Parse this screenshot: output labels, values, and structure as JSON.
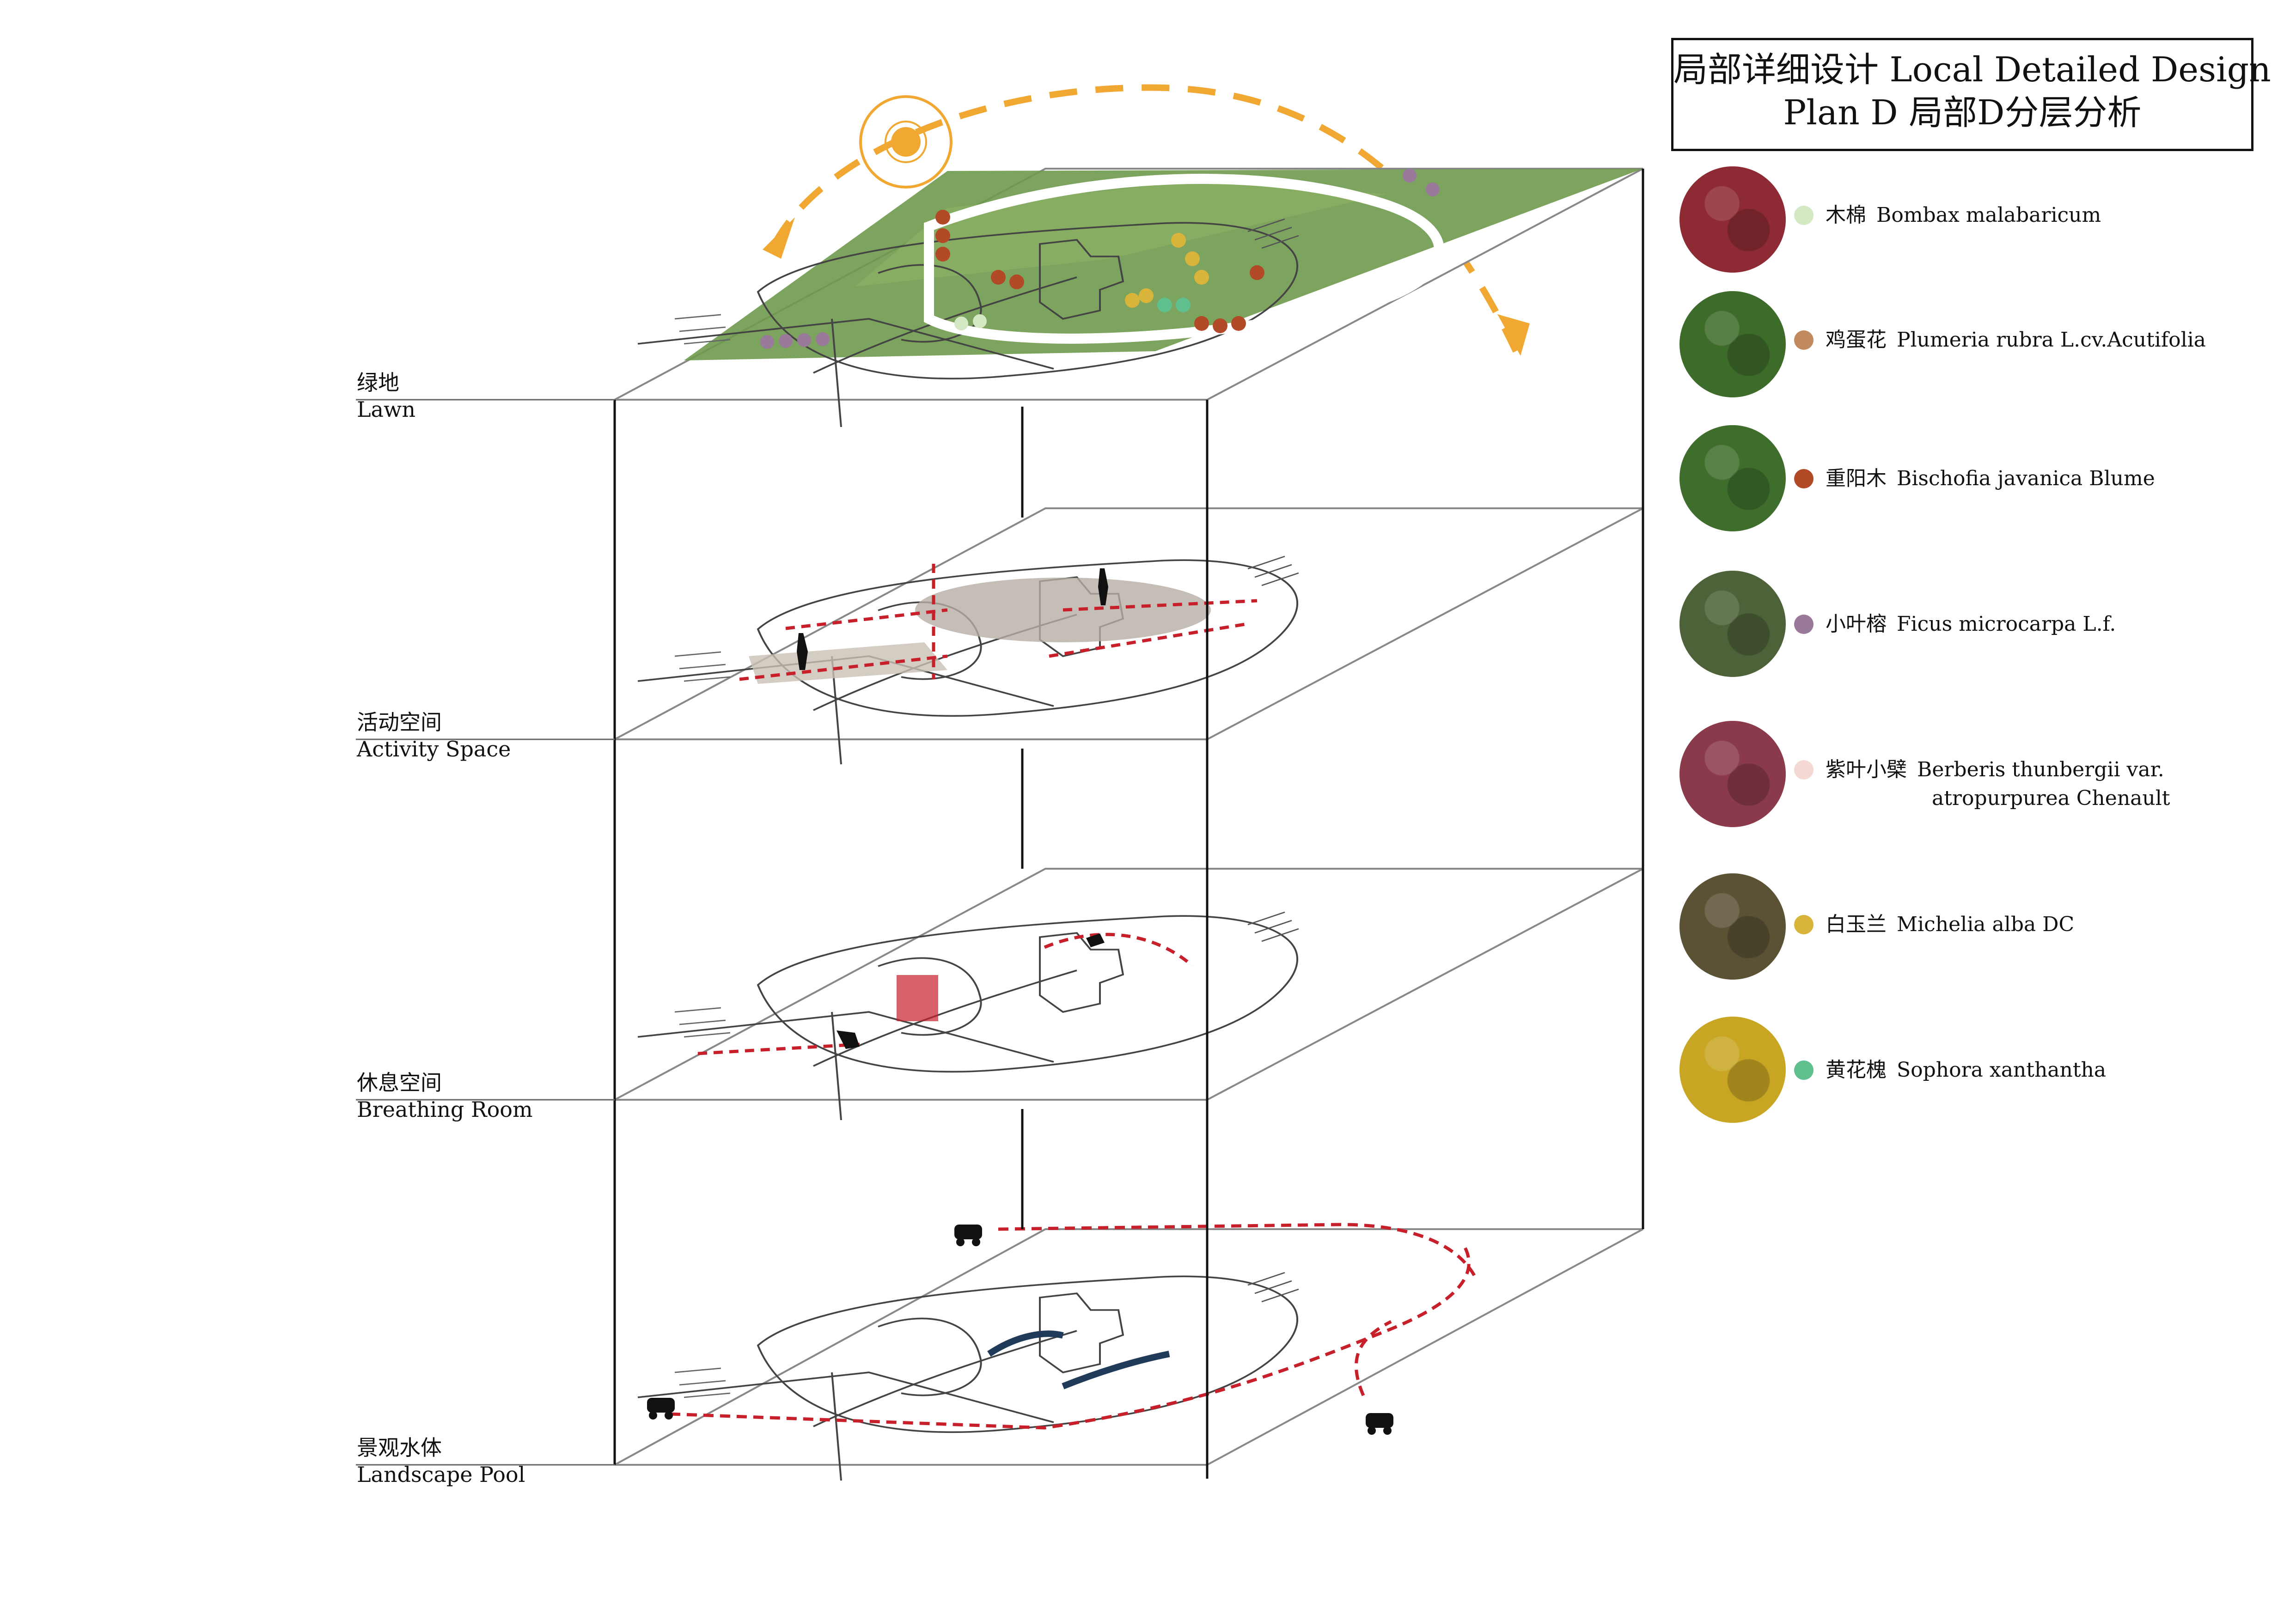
{
  "title": {
    "line1": "局部详细设计  Local Detailed Design",
    "line2": "Plan D  局部D分层分析"
  },
  "layers": [
    {
      "zh": "绿地",
      "en": "Lawn"
    },
    {
      "zh": "活动空间",
      "en": "Activity  Space"
    },
    {
      "zh": "休息空间",
      "en": "Breathing  Room"
    },
    {
      "zh": "景观水体",
      "en": "Landscape  Pool"
    }
  ],
  "legend": [
    {
      "zh": "木棉",
      "en": "Bombax malabaricum",
      "en2": "",
      "dot": "#d5e8c4",
      "photo": "#8e2a33"
    },
    {
      "zh": "鸡蛋花",
      "en": "Plumeria rubra L.cv.Acutifolia",
      "en2": "",
      "dot": "#c08a5e",
      "photo": "#3d6b2a"
    },
    {
      "zh": "重阳木",
      "en": "Bischofia javanica Blume",
      "en2": "",
      "dot": "#b24a28",
      "photo": "#3f6e2c"
    },
    {
      "zh": "小叶榕",
      "en": "Ficus microcarpa L.f.",
      "en2": "",
      "dot": "#9a7a9a",
      "photo": "#4d6238"
    },
    {
      "zh": "紫叶小檗",
      "en": "Berberis thunbergii var.",
      "en2": "atropurpurea Chenault",
      "dot": "#f4d8d4",
      "photo": "#8a3a4a"
    },
    {
      "zh": "白玉兰",
      "en": "Michelia alba DC",
      "en2": "",
      "dot": "#d8b43a",
      "photo": "#5b5236"
    },
    {
      "zh": "黄花槐",
      "en": "Sophora xanthantha",
      "en2": "",
      "dot": "#5fbf8e",
      "photo": "#c8a624"
    }
  ],
  "colors": {
    "sun": "#f0a833",
    "path": "#c8202a",
    "lawn": "#6f9a4d",
    "line": "#111111"
  }
}
